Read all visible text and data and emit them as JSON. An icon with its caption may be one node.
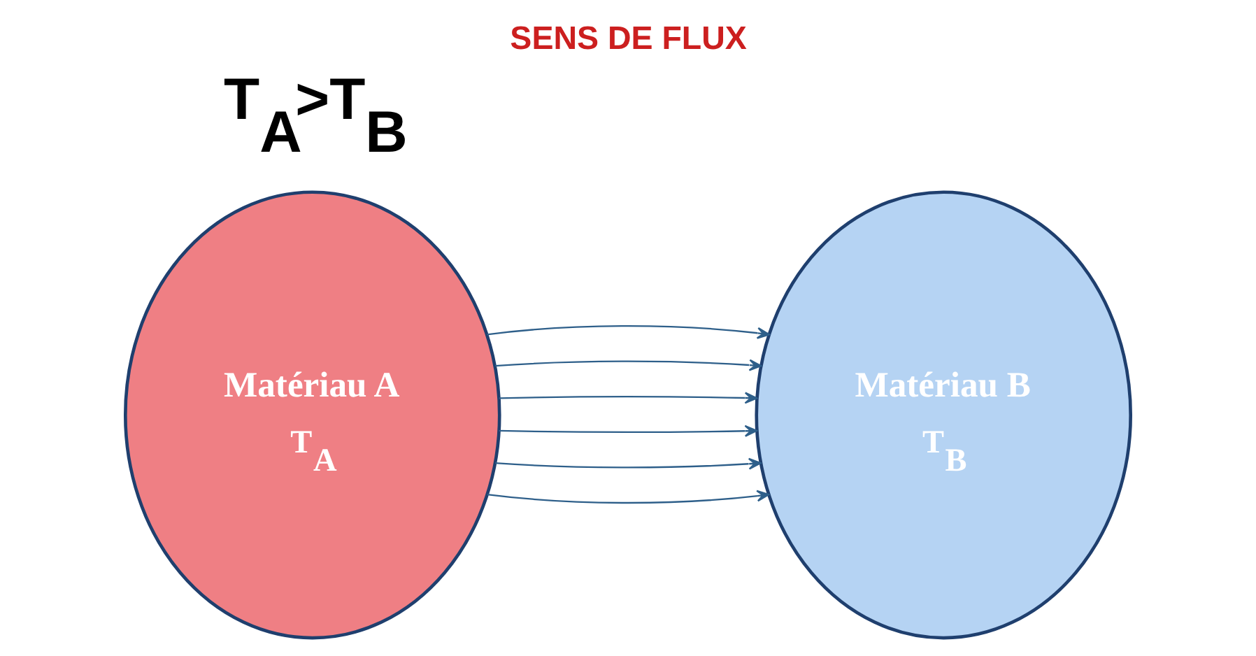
{
  "diagram": {
    "title": "SENS DE FLUX",
    "nodes": [
      {
        "text": [
          "Matériau A",
          "T$_{A}$"
        ]
      },
      {
        "text": [
          "Matériau B",
          "T$_{B}$"
        ]
      }
    ],
    "edges": [
      {
        "from": 0,
        "to": 1,
        "arrow": "to"
      },
      {
        "from": 0,
        "to": 1,
        "arrow": "to"
      },
      {
        "from": 0,
        "to": 1,
        "arrow": "to"
      },
      {
        "from": 0,
        "to": 1,
        "arrow": "to"
      },
      {
        "from": 0,
        "to": 1,
        "arrow": "to"
      },
      {
        "from": 0,
        "to": 1,
        "arrow": "to"
      }
    ],
    "labels": [
      "T$_{A}$>T$_{B}$"
    ]
  }
}
